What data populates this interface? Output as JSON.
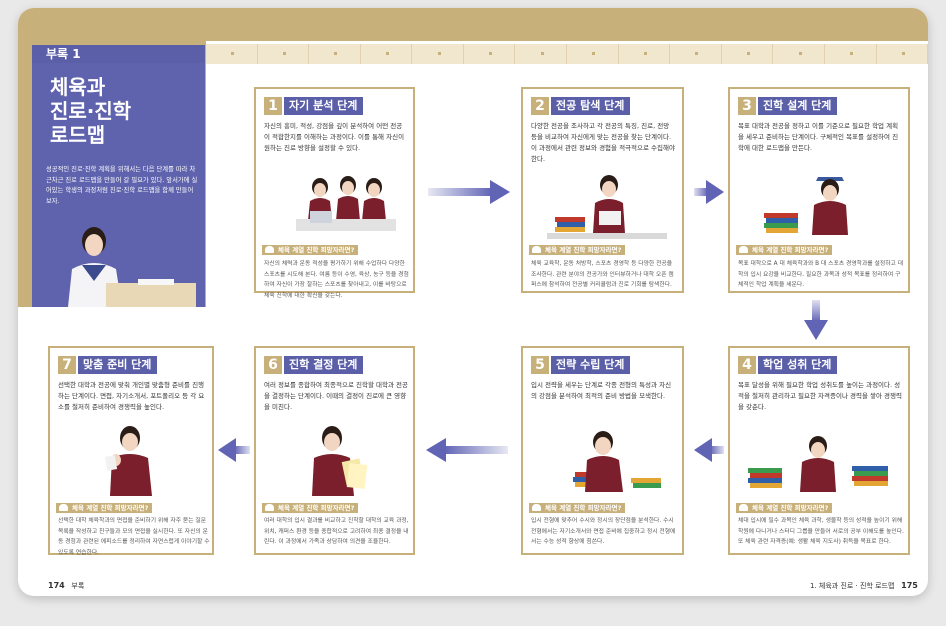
{
  "sidebar": {
    "tag": "부록 1",
    "title_lines": [
      "체육과",
      "진로·진학",
      "로드맵"
    ],
    "desc": "성공적인 진로·진학 계획을 위해서는 다음 단계를 따라 차근차근 진로 로드맵을 만들어 갈 필요가 있다. 앞서가에 실어있는 학생의 과정처럼 진로·진학 로드맵을 함께 만들어보자."
  },
  "hope_label": "체육 계열 진학 희망자라면?",
  "steps": [
    {
      "num": "1",
      "title": "자기 분석 단계",
      "desc": "자신의 흥미, 적성, 강점을 깊이 분석하여 어떤 전공이 적합한지를 이해하는 과정이다. 이를 통해 자신이 원하는 진로 방향을 설정할 수 있다.",
      "foot": "자신의 체력과 운동 적성을 평가하기 위해 수업하다 다양한 스포츠를 시도해 본다. 여름 등이 수영, 육상, 농구 등을 경험하여 자신이 가장 잘하는 스포츠를 찾아내고, 이를 바탕으로 체육 진학에 대한 확신을 갖는다."
    },
    {
      "num": "2",
      "title": "전공 탐색 단계",
      "desc": "다양한 전공을 조사하고 각 전공의 특징, 진로, 전망 등을 비교하여 자신에게 맞는 전공을 찾는 단계이다. 이 과정에서 관련 정보와 경험을 적극적으로 수집해야 한다.",
      "foot": "체육 교육학, 운동 처방학, 스포츠 경영학 등 다양한 전공을 조사한다. 관련 분야의 전공가와 인터뷰하거나 대학 오픈 캠퍼스에 참석하여 전공별 커리큘럼과 진로 기회를 탐색한다."
    },
    {
      "num": "3",
      "title": "진학 설계 단계",
      "desc": "목표 대학과 전공을 정하고 이를 기준으로 필요한 학업 계획을 세우고 준비하는 단계이다. 구체적인 목표를 설정하여 진학에 대한 로드맵을 만든다.",
      "foot": "목표 대학으로 A 대 체육학과와 B 대 스포츠 경영학과를 설정하고 대학의 입시 요강을 비교한다. 필요한 과목과 성적 목표를 정리하여 구체적인 학업 계획을 세운다."
    },
    {
      "num": "4",
      "title": "학업 성취 단계",
      "desc": "목표 달성을 위해 필요한 학업 성취도를 높이는 과정이다. 성적을 철저히 관리하고 필요한 자격증이나 경력을 쌓아 경쟁력을 갖춘다.",
      "foot": "체대 입시에 필수 과목인 체육 과학, 생물학 등의 성적을 높이기 위해 학원에 다니거나 스터디 그룹을 만들어 서로의 공부 이해도를 높인다. 또 체육 관련 자격증(예: 생활 체육 지도사) 취득을 목표로 한다."
    },
    {
      "num": "5",
      "title": "전략 수립 단계",
      "desc": "입시 전략을 세우는 단계로 각종 전형의 특성과 자신의 강점을 분석하여 최적의 준비 방법을 모색한다.",
      "foot": "입시 전형에 맞추어 수시와 정시의 장단점을 분석한다. 수시 전형에서는 자기소개서와 면접 준비에 집중하고 정시 전형에서는 수능 성적 향상에 힘쓴다."
    },
    {
      "num": "6",
      "title": "진학 결정 단계",
      "desc": "여러 정보를 종합하여 최종적으로 진학할 대학과 전공을 결정하는 단계이다. 이때의 결정이 진로에 큰 영향을 미친다.",
      "foot": "여러 대학의 입시 결과를 비교하고 진학할 대학의 교육 과정, 위치, 캐퍼스 환경 등을 종합적으로 고려하여 최종 결정을 내린다. 이 과정에서 가족과 상담하여 의견을 조율한다."
    },
    {
      "num": "7",
      "title": "맞춤 준비 단계",
      "desc": "선택한 대학과 전공에 맞춰 개인별 맞춤형 준비를 진행하는 단계이다. 면접, 자기소개서, 포트폴리오 등 각 요소를 철저히 준비하여 경쟁력을 높인다.",
      "foot": "선택한 대학 체육학과의 면접을 준비하기 위해 자주 묻는 질문 목록을 작성하고 친구들과 모의 면접을 실시한다. 또 자신의 운동 경험과 관련된 에피소드를 정리하여 자연스럽게 이야기할 수 있도록 연습한다."
    }
  ],
  "footer": {
    "left_num": "174",
    "left_label": "부록",
    "right_label": "1. 체육과 진로 · 진학 로드맵",
    "right_num": "175"
  },
  "colors": {
    "gold": "#c8b07a",
    "purple": "#5b5fa8",
    "arrow": "#6164b4"
  }
}
